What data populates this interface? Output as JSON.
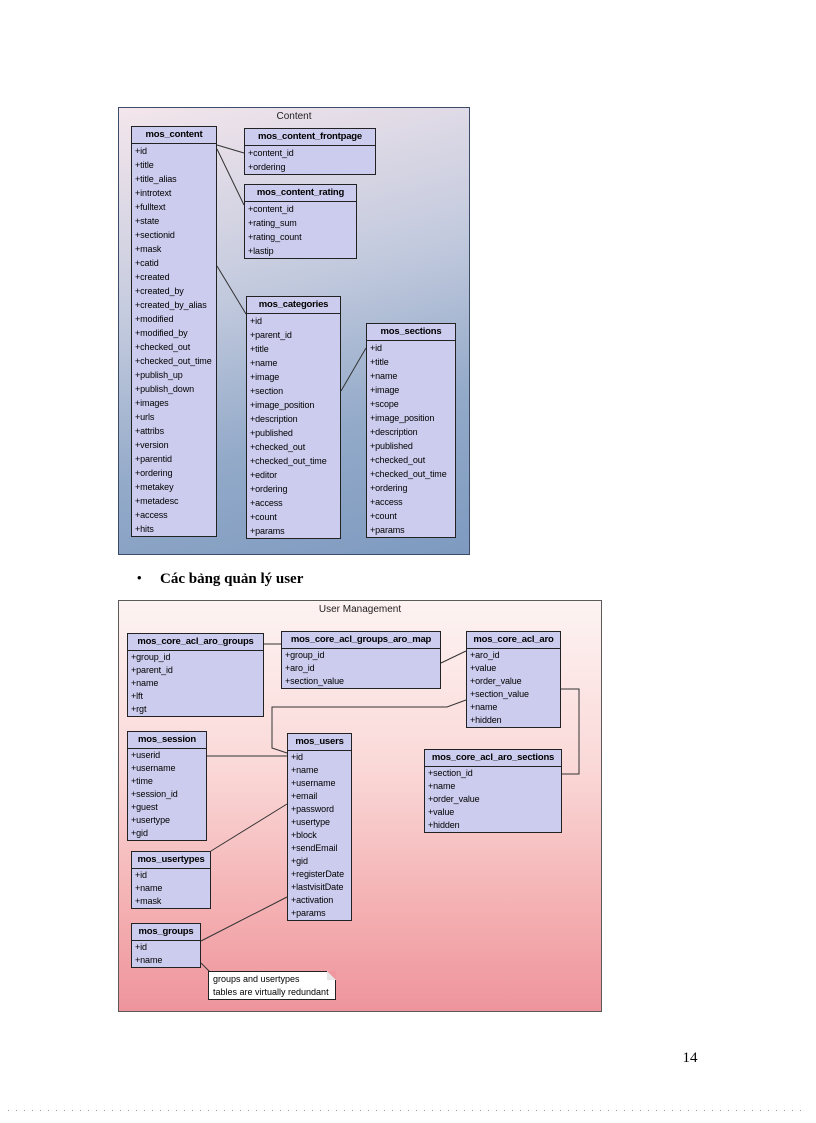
{
  "page": {
    "number": "14"
  },
  "bullet": {
    "marker": "•",
    "text": "Các bảng quản lý user"
  },
  "diagrams": [
    {
      "title": "Content",
      "tables": [
        {
          "name": "mos_content",
          "fields": [
            "+id",
            "+title",
            "+title_alias",
            "+introtext",
            "+fulltext",
            "+state",
            "+sectionid",
            "+mask",
            "+catid",
            "+created",
            "+created_by",
            "+created_by_alias",
            "+modified",
            "+modified_by",
            "+checked_out",
            "+checked_out_time",
            "+publish_up",
            "+publish_down",
            "+images",
            "+urls",
            "+attribs",
            "+version",
            "+parentid",
            "+ordering",
            "+metakey",
            "+metadesc",
            "+access",
            "+hits"
          ]
        },
        {
          "name": "mos_content_frontpage",
          "fields": [
            "+content_id",
            "+ordering"
          ]
        },
        {
          "name": "mos_content_rating",
          "fields": [
            "+content_id",
            "+rating_sum",
            "+rating_count",
            "+lastip"
          ]
        },
        {
          "name": "mos_categories",
          "fields": [
            "+id",
            "+parent_id",
            "+title",
            "+name",
            "+image",
            "+section",
            "+image_position",
            "+description",
            "+published",
            "+checked_out",
            "+checked_out_time",
            "+editor",
            "+ordering",
            "+access",
            "+count",
            "+params"
          ]
        },
        {
          "name": "mos_sections",
          "fields": [
            "+id",
            "+title",
            "+name",
            "+image",
            "+scope",
            "+image_position",
            "+description",
            "+published",
            "+checked_out",
            "+checked_out_time",
            "+ordering",
            "+access",
            "+count",
            "+params"
          ]
        }
      ]
    },
    {
      "title": "User Management",
      "tables": [
        {
          "name": "mos_core_acl_aro_groups",
          "fields": [
            "+group_id",
            "+parent_id",
            "+name",
            "+lft",
            "+rgt"
          ]
        },
        {
          "name": "mos_core_acl_groups_aro_map",
          "fields": [
            "+group_id",
            "+aro_id",
            "+section_value"
          ]
        },
        {
          "name": "mos_core_acl_aro",
          "fields": [
            "+aro_id",
            "+value",
            "+order_value",
            "+section_value",
            "+name",
            "+hidden"
          ]
        },
        {
          "name": "mos_session",
          "fields": [
            "+userid",
            "+username",
            "+time",
            "+session_id",
            "+guest",
            "+usertype",
            "+gid"
          ]
        },
        {
          "name": "mos_users",
          "fields": [
            "+id",
            "+name",
            "+username",
            "+email",
            "+password",
            "+usertype",
            "+block",
            "+sendEmail",
            "+gid",
            "+registerDate",
            "+lastvisitDate",
            "+activation",
            "+params"
          ]
        },
        {
          "name": "mos_core_acl_aro_sections",
          "fields": [
            "+section_id",
            "+name",
            "+order_value",
            "+value",
            "+hidden"
          ]
        },
        {
          "name": "mos_usertypes",
          "fields": [
            "+id",
            "+name",
            "+mask"
          ]
        },
        {
          "name": "mos_groups",
          "fields": [
            "+id",
            "+name"
          ]
        }
      ],
      "note": {
        "line1": "groups and usertypes",
        "line2": "tables are virtually redundant"
      }
    }
  ],
  "colors": {
    "table_fill": "#ccccee",
    "table_border": "#222222",
    "connector": "#333333",
    "content_diagram_bg_top": "#f4e6ec",
    "content_diagram_bg_bottom": "#7e9ac0",
    "user_diagram_bg_top": "#fdf3f2",
    "user_diagram_bg_bottom": "#ee949c",
    "note_fill": "#ffffff"
  }
}
